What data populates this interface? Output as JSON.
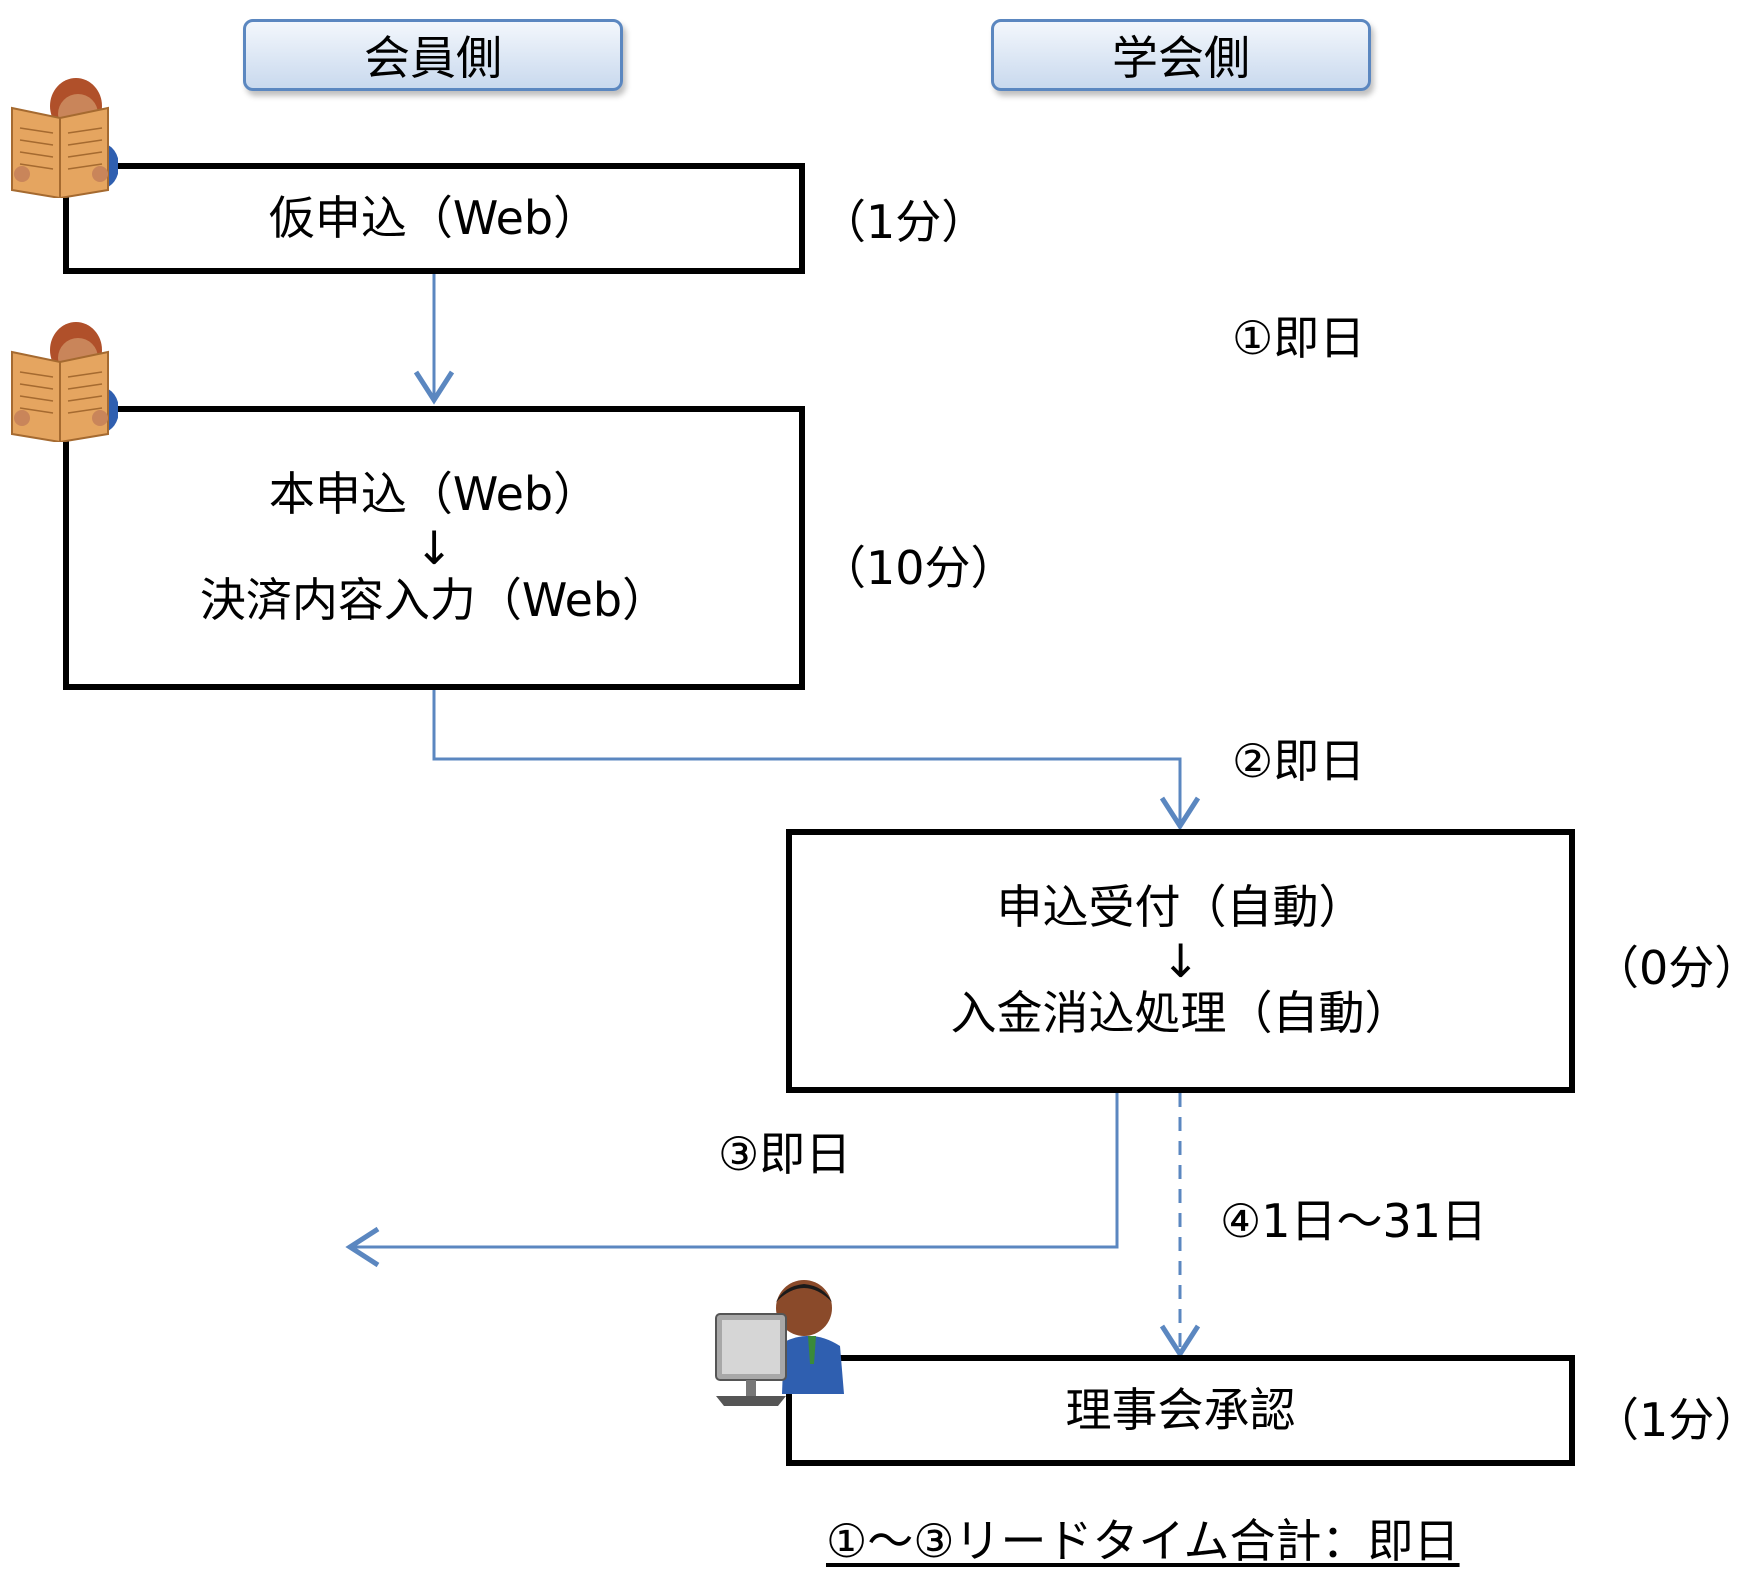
{
  "headers": {
    "member": "会員側",
    "society": "学会側"
  },
  "boxes": {
    "provisional": {
      "line1": "仮申込（Web）"
    },
    "main": {
      "line1": "本申込（Web）",
      "arrow": "↓",
      "line2": "決済内容入力（Web）"
    },
    "auto": {
      "line1": "申込受付（自動）",
      "arrow": "↓",
      "line2": "入金消込処理（自動）"
    },
    "approval": {
      "line1": "理事会承認"
    }
  },
  "durations": {
    "provisional": "（1分）",
    "main": "（10分）",
    "auto": "（0分）",
    "approval": "（1分）"
  },
  "steps": {
    "s1": "①即日",
    "s2": "②即日",
    "s3": "③即日",
    "s4": "④1日～31日"
  },
  "total": "①～③リードタイム合計：即日",
  "colors": {
    "arrow": "#5b87c0",
    "header_border": "#5b87c0"
  },
  "icons": [
    "person-reading-newspaper-icon",
    "person-reading-newspaper-icon",
    "person-at-computer-icon"
  ]
}
